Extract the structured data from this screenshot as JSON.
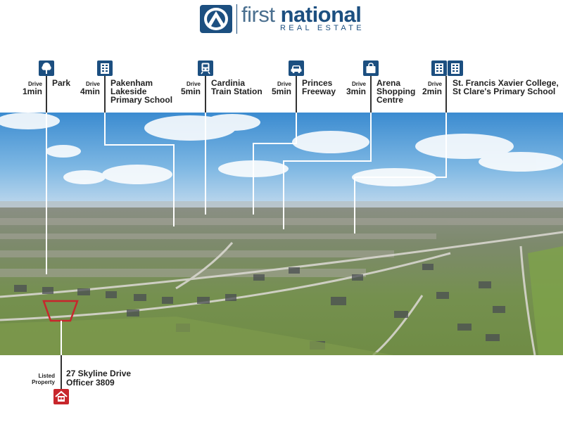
{
  "brand": {
    "name_part1": "first",
    "name_part2": "national",
    "tagline": "REAL ESTATE"
  },
  "colors": {
    "brand_navy": "#1c4f80",
    "listing_red": "#c8262c",
    "leader_line": "#ffffff"
  },
  "destinations": [
    {
      "icon": "tree-icon",
      "drive_label": "Drive",
      "duration": "1min",
      "name_line1": "Park",
      "name_line2": "",
      "name_line3": ""
    },
    {
      "icon": "school-icon",
      "drive_label": "Drive",
      "duration": "4min",
      "name_line1": "Pakenham",
      "name_line2": "Lakeside",
      "name_line3": "Primary School"
    },
    {
      "icon": "train-icon",
      "drive_label": "Drive",
      "duration": "5min",
      "name_line1": "Cardinia",
      "name_line2": "Train Station",
      "name_line3": ""
    },
    {
      "icon": "car-icon",
      "drive_label": "Drive",
      "duration": "5min",
      "name_line1": "Princes",
      "name_line2": "Freeway",
      "name_line3": ""
    },
    {
      "icon": "shopping-bag-icon",
      "drive_label": "Drive",
      "duration": "3min",
      "name_line1": "Arena",
      "name_line2": "Shopping",
      "name_line3": "Centre"
    },
    {
      "icon": "school-icon",
      "drive_label": "Drive",
      "duration": "2min",
      "name_line1": "St. Francis Xavier College,",
      "name_line2": "St Clare's Primary School",
      "name_line3": ""
    }
  ],
  "listing": {
    "label_line1": "Listed",
    "label_line2": "Property",
    "address_line1": "27 Skyline Drive",
    "address_line2": "Officer 3809",
    "icon": "home-icon"
  }
}
